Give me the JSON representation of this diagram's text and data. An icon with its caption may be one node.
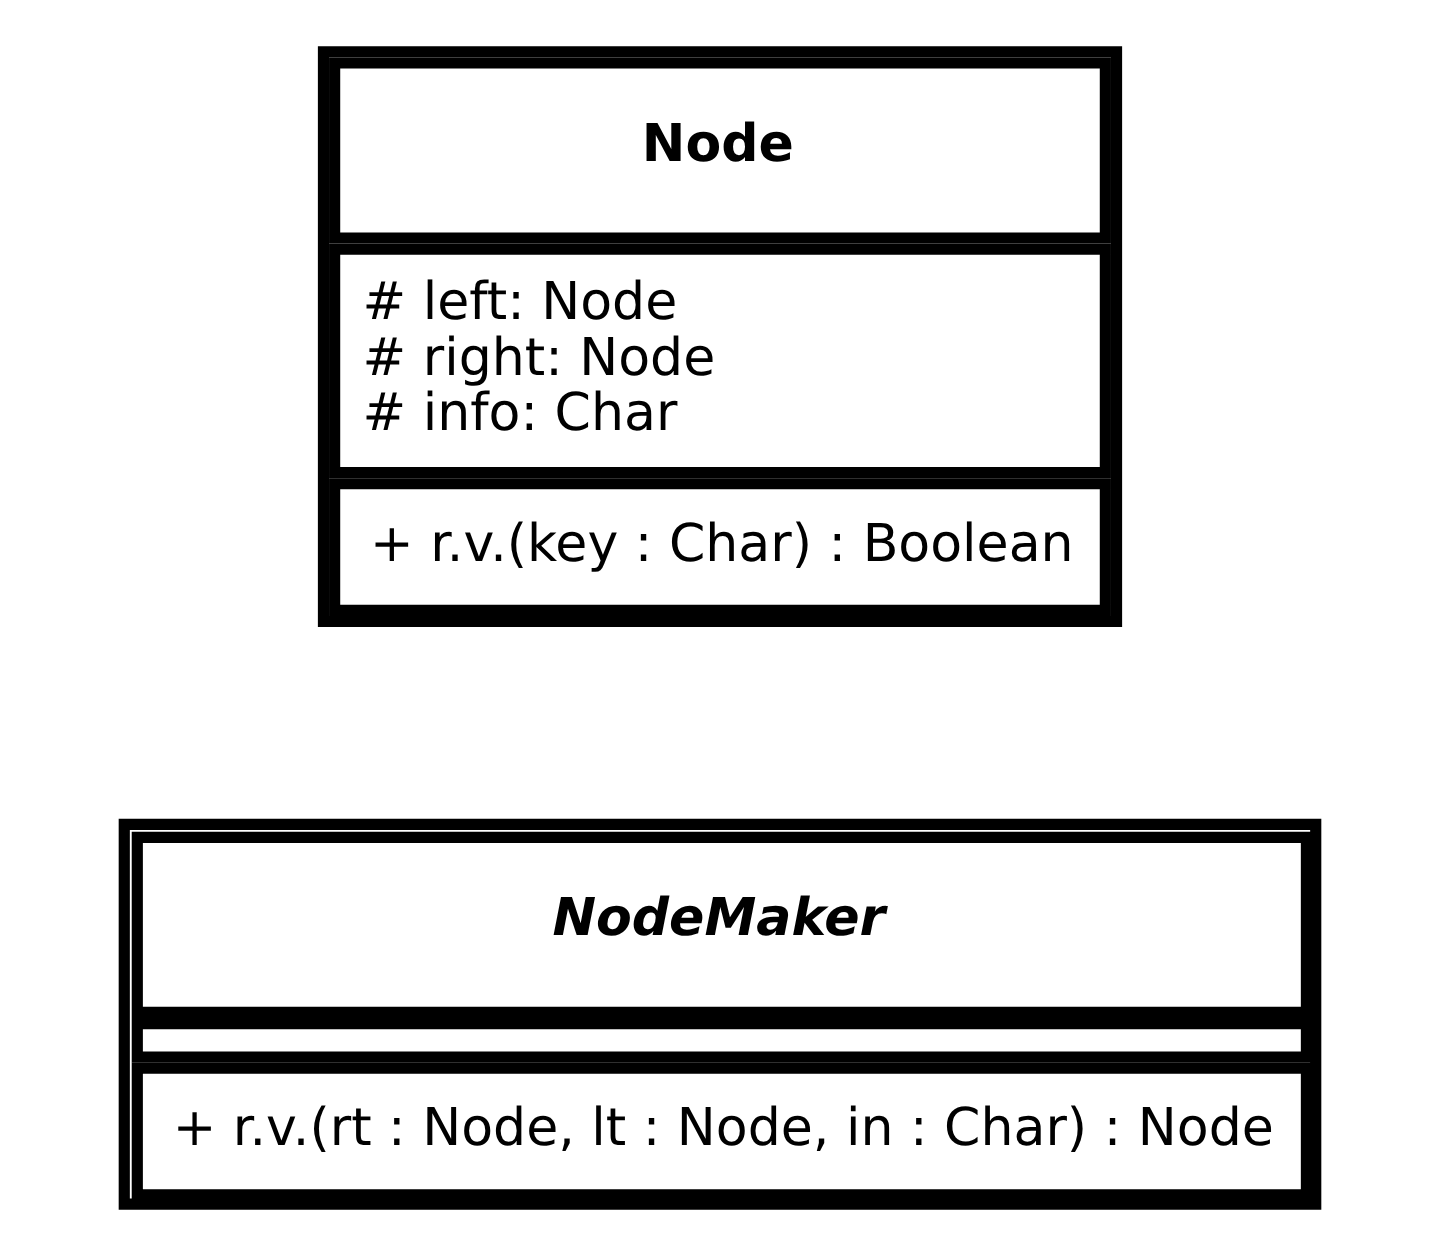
{
  "diagram": {
    "nodes": [
      {
        "text": [
          "NodeMaker",
          "+ r.v.(rt : Node, lt : Node, in : Char) : Node"
        ]
      },
      {
        "text": [
          "Node",
          "# left: Node",
          "# right: Node",
          "# info: Char",
          "+ r.v.(key : Char) : Boolean"
        ]
      }
    ]
  }
}
